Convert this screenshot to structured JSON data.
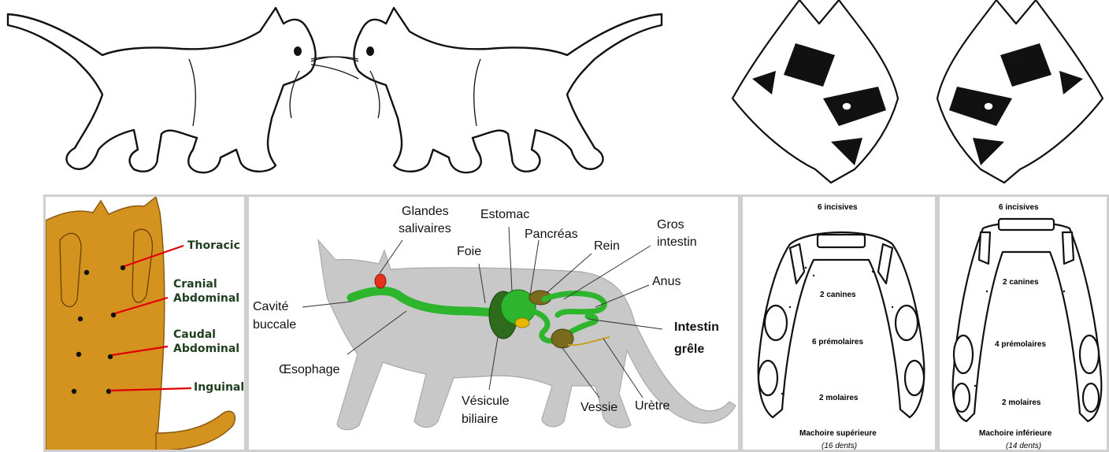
{
  "panels": {
    "nipples": {
      "labels": [
        "Thoracic",
        "Cranial",
        "Abdominal",
        "Caudal",
        "Abdominal",
        "Inguinal"
      ]
    },
    "digestive": {
      "labels": {
        "glandes_1": "Glandes",
        "glandes_2": "salivaires",
        "estomac": "Estomac",
        "pancreas": "Pancréas",
        "gros_1": "Gros",
        "gros_2": "intestin",
        "foie": "Foie",
        "rein": "Rein",
        "anus": "Anus",
        "cavite_1": "Cavité",
        "cavite_2": "buccale",
        "intestin_1": "Intestin",
        "intestin_2": "grêle",
        "oesophage": "Œsophage",
        "vesicule_1": "Vésicule",
        "vesicule_2": "biliaire",
        "vessie": "Vessie",
        "uretre": "Urètre"
      }
    },
    "upper_jaw": {
      "incisors": "6 incisives",
      "canines": "2 canines",
      "premolars": "6 prémolaires",
      "molars": "2 molaires",
      "title": "Machoire supérieure",
      "count": "(16 dents)"
    },
    "lower_jaw": {
      "incisors": "6 incisives",
      "canines": "2 canines",
      "premolars": "4 prémolaires",
      "molars": "2 molaires",
      "title": "Machoire inférieure",
      "count": "(14 dents)"
    }
  },
  "colors": {
    "cat_orange": "#d4921f",
    "digestive_green": "#2db52d",
    "cat_grey": "#c8c8c8",
    "liver": "#2f6b1d",
    "gallbladder": "#e8b800",
    "salivary": "#e8321e",
    "kidney": "#7a6a1e"
  }
}
